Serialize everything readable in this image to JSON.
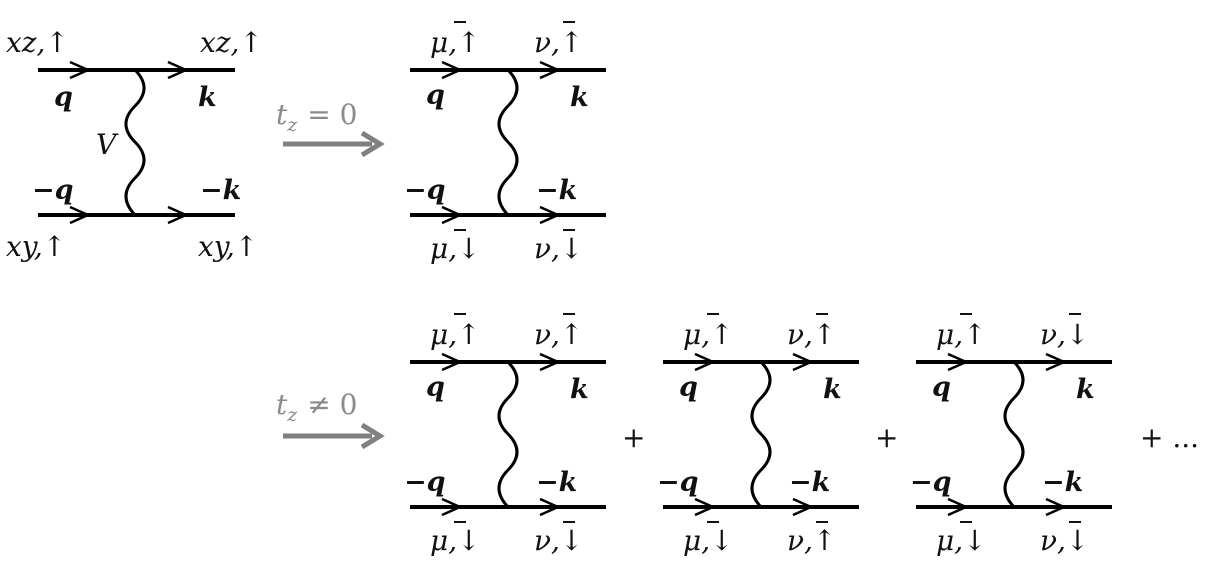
{
  "colors": {
    "ink": "#000000",
    "arrow": "#808080"
  },
  "left_diagram": {
    "top_left": "xz,↑",
    "top_right": "xz,↑",
    "bottom_left": "xy,↑",
    "bottom_right": "xy,↑",
    "q": "q",
    "k": "k",
    "mq": "−q",
    "mk": "−k",
    "interaction": "V"
  },
  "arrow_top": {
    "label": "t",
    "sub": "z",
    "rel": "= 0"
  },
  "arrow_bottom": {
    "label": "t",
    "sub": "z",
    "rel": "≠ 0"
  },
  "top_result": {
    "tl_a": "μ,",
    "tl_b": "↑",
    "tr_a": "ν,",
    "tr_b": "↑",
    "bl_a": "μ,",
    "bl_b": "↓",
    "br_a": "ν,",
    "br_b": "↓",
    "q": "q",
    "k": "k",
    "mq": "−q",
    "mk": "−k"
  },
  "bottom_results": [
    {
      "tl_a": "μ,",
      "tl_b": "↑",
      "tr_a": "ν,",
      "tr_b": "↑",
      "bl_a": "μ,",
      "bl_b": "↓",
      "br_a": "ν,",
      "br_b": "↓",
      "q": "q",
      "k": "k",
      "mq": "−q",
      "mk": "−k"
    },
    {
      "tl_a": "μ,",
      "tl_b": "↑",
      "tr_a": "ν,",
      "tr_b": "↑",
      "bl_a": "μ,",
      "bl_b": "↓",
      "br_a": "ν,",
      "br_b": "↑",
      "q": "q",
      "k": "k",
      "mq": "−q",
      "mk": "−k"
    },
    {
      "tl_a": "μ,",
      "tl_b": "↑",
      "tr_a": "ν,",
      "tr_b": "↓",
      "bl_a": "μ,",
      "bl_b": "↓",
      "br_a": "ν,",
      "br_b": "↓",
      "q": "q",
      "k": "k",
      "mq": "−q",
      "mk": "−k"
    }
  ],
  "plus": "+",
  "trailing": "+ ..."
}
